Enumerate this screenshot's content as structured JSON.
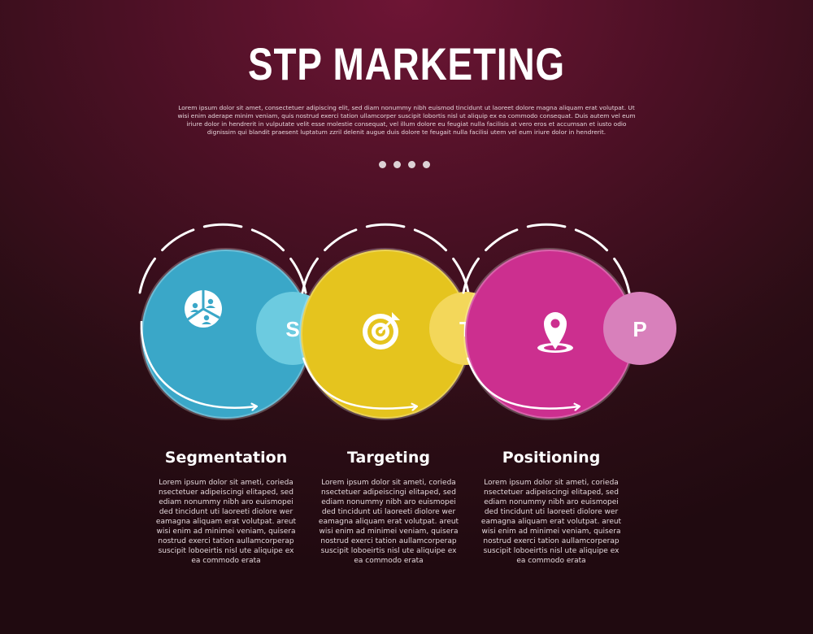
{
  "title": "STP MARKETING",
  "intro": "Lorem ipsum dolor sit amet, consectetuer adipiscing elit, sed diam nonummy nibh euismod tincidunt ut laoreet dolore magna aliquam erat volutpat. Ut wisi enim aderape minim veniam, quis nostrud exerci tation ullamcorper suscipit lobortis nisl ut aliquip ex ea commodo consequat. Duis autem vel eum iriure dolor in hendrerit in vulputate velit esse molestie consequat, vel illum dolore eu feugiat nulla facilisis at vero eros et accumsan et iusto odio dignissim qui blandit praesent luptatum zzril delenit augue duis dolore te feugait nulla facilisi utem vel eum iriure dolor in hendrerit.",
  "steps": [
    {
      "letter": "S",
      "title": "Segmentation",
      "icon": "pie-chart-people-icon",
      "color": "#3aa7c8",
      "badge_color": "#6ccbe0",
      "body": "Lorem ipsum dolor sit ameti, corieda nsectetuer adipeiscingi elitaped, sed ediam nonummy nibh aro euismopei ded tincidunt uti laoreeti diolore wer eamagna aliquam erat volutpat. areut wisi enim ad minimei veniam, quisera nostrud exerci tation aullamcorperap suscipit loboeirtis nisl ute aliquipe ex ea commodo erata"
    },
    {
      "letter": "T",
      "title": "Targeting",
      "icon": "target-arrow-icon",
      "color": "#e5c41e",
      "badge_color": "#f3d75a",
      "body": "Lorem ipsum dolor sit ameti, corieda nsectetuer adipeiscingi elitaped, sed ediam nonummy nibh aro euismopei ded tincidunt uti laoreeti diolore wer eamagna aliquam erat volutpat. areut wisi enim ad minimei veniam, quisera nostrud exerci tation aullamcorperap suscipit loboeirtis nisl ute aliquipe ex ea commodo erata"
    },
    {
      "letter": "P",
      "title": "Positioning",
      "icon": "location-pin-icon",
      "color": "#cc2f8f",
      "badge_color": "#d880bb",
      "body": "Lorem ipsum dolor sit ameti, corieda nsectetuer adipeiscingi elitaped, sed ediam nonummy nibh aro euismopei ded tincidunt uti laoreeti diolore wer eamagna aliquam erat volutpat. areut wisi enim ad minimei veniam, quisera nostrud exerci tation aullamcorperap suscipit loboeirtis nisl ute aliquipe ex ea commodo erata"
    }
  ],
  "stock_id": "#1475947209"
}
